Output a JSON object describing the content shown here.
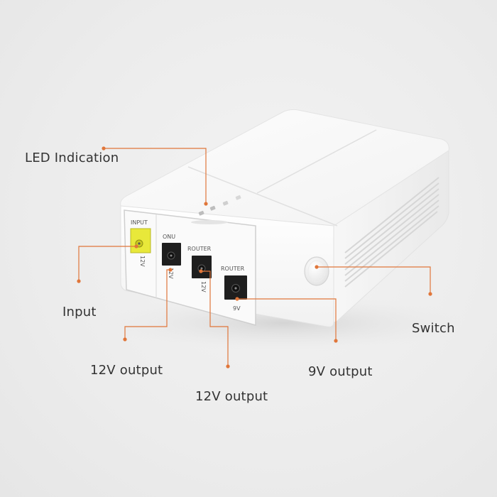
{
  "callouts": {
    "led": "LED Indication",
    "input": "Input",
    "output_12v_onu": "12V output",
    "output_12v_router": "12V output",
    "output_9v": "9V output",
    "switch": "Switch"
  },
  "ports": {
    "input": {
      "title": "INPUT",
      "voltage": "12V"
    },
    "onu": {
      "title": "ONU",
      "voltage": "12V"
    },
    "router_12v": {
      "title": "ROUTER",
      "voltage": "12V"
    },
    "router_9v": {
      "title": "ROUTER",
      "voltage": "9V"
    }
  },
  "colors": {
    "background": "#ededed",
    "device_white": "#ffffff",
    "callout_line": "#e0763a",
    "input_port_yellow": "#e8e83a",
    "port_black": "#1e1e1e",
    "label_text": "#333333"
  },
  "icons": [
    "led-indicator-icon",
    "dc-jack-icon",
    "power-switch-icon"
  ]
}
